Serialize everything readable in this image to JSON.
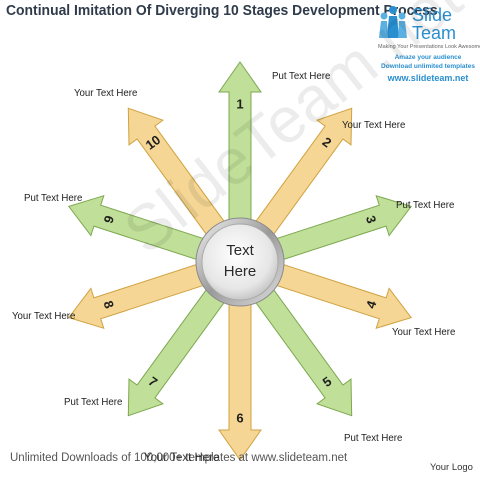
{
  "title": "Continual Imitation Of Diverging 10 Stages Development Process",
  "logo": {
    "word1": "Slide",
    "word2": "Team",
    "tagline": "Making Your Presentations Look Awesome",
    "line1": "Amaze your audience",
    "line2": "Download unlimited templates",
    "url": "www.slideteam.net"
  },
  "colors": {
    "green": "#b9dc8e",
    "green_edge": "#7da850",
    "yellow": "#f4d28a",
    "yellow_edge": "#d0a240"
  },
  "stages": [
    {
      "number": "1",
      "label": "Put Text  Here",
      "color": "green"
    },
    {
      "number": "2",
      "label": "Your Text  Here",
      "color": "yellow"
    },
    {
      "number": "3",
      "label": "Put Text  Here",
      "color": "green"
    },
    {
      "number": "4",
      "label": "Your Text  Here",
      "color": "yellow"
    },
    {
      "number": "5",
      "label": "Put Text  Here",
      "color": "green"
    },
    {
      "number": "6",
      "label": "Your Text  Here",
      "color": "yellow"
    },
    {
      "number": "7",
      "label": "Put Text  Here",
      "color": "green"
    },
    {
      "number": "8",
      "label": "Your Text  Here",
      "color": "yellow"
    },
    {
      "number": "9",
      "label": "Put Text  Here",
      "color": "green"
    },
    {
      "number": "10",
      "label": "Your Text  Here",
      "color": "yellow"
    }
  ],
  "hub": {
    "line1": "Text",
    "line2": "Here"
  },
  "footer": "Unlimited Downloads of 100,000+ templates at www.slideteam.net",
  "your_logo": "Your Logo",
  "watermark": "SlideTeam.net"
}
